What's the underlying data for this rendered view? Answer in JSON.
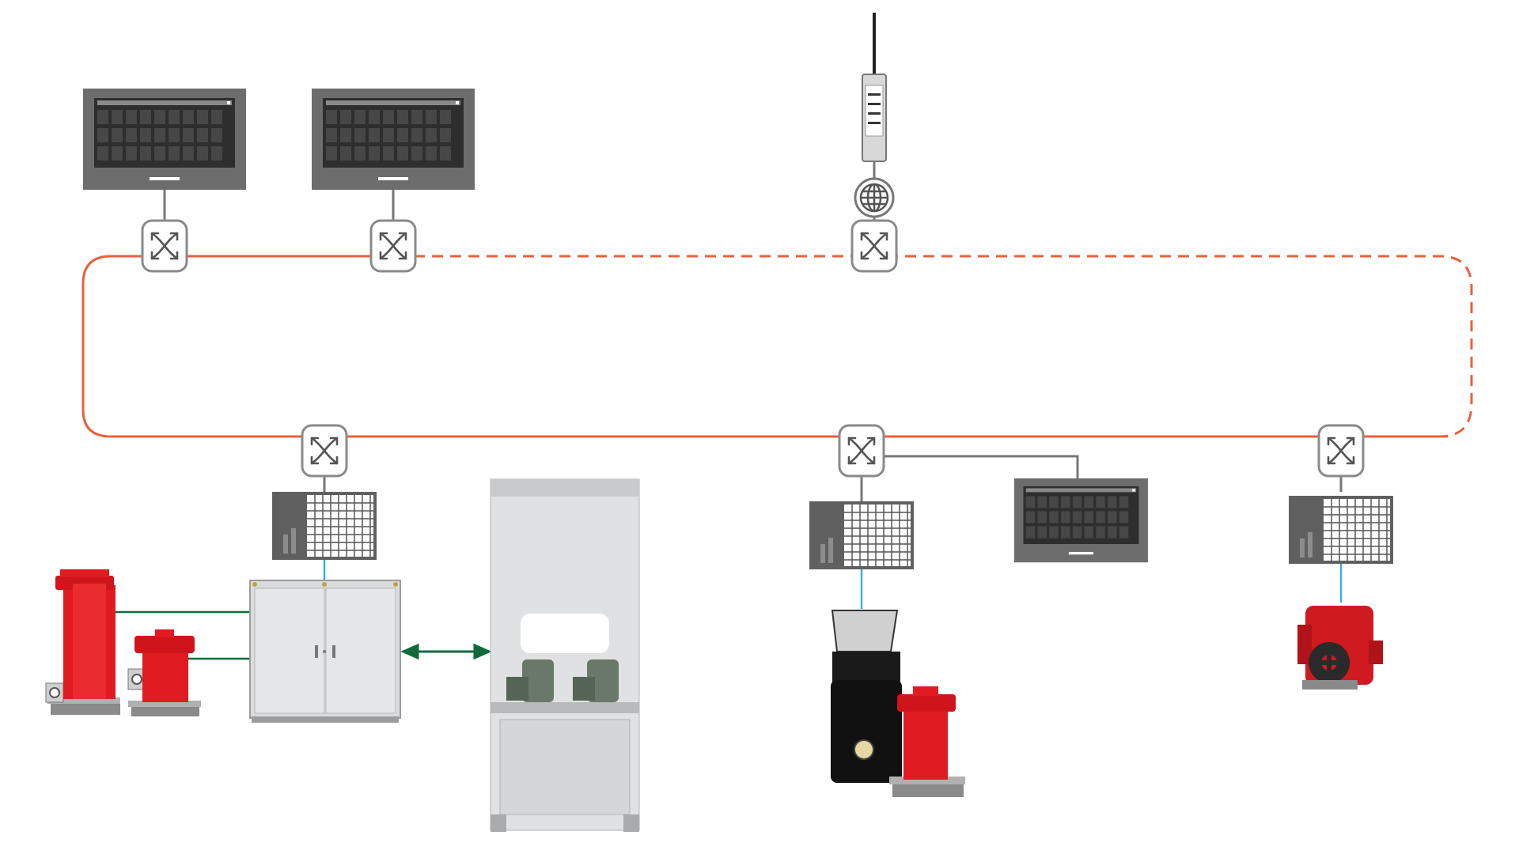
{
  "colors": {
    "ring": "#e8603c",
    "device_line": "#777777",
    "field_link": "#3aaee0",
    "hw_link": "#0f6b3a",
    "actuator_red": "#e01b22",
    "panel_grey": "#d4d6d8",
    "screen_frame": "#6f6f6f",
    "screen_dark": "#2f2f2f"
  },
  "ring": {
    "solid_segment": "left-and-bottom",
    "dashed_segment": "top-right-and-right-side"
  },
  "nodes": {
    "switches": [
      "switch-hmi-1",
      "switch-hmi-2",
      "switch-gateway",
      "switch-plc-1",
      "switch-plc-2",
      "switch-plc-3"
    ],
    "hmi_screens": [
      "hmi-1",
      "hmi-2",
      "hmi-3"
    ],
    "controllers": [
      "controller-1",
      "controller-2",
      "controller-3"
    ],
    "gateway": [
      "wireless-router",
      "internet-globe"
    ],
    "field_devices": [
      "actuator-tall",
      "actuator-small",
      "control-cabinet",
      "hydraulic-power-unit",
      "gearbox-actuator",
      "quarter-turn-actuator"
    ]
  },
  "icons": {
    "switch": "network-switch-icon",
    "globe": "globe-icon",
    "router": "wireless-router-icon",
    "bidirectional": "double-arrow-icon"
  }
}
